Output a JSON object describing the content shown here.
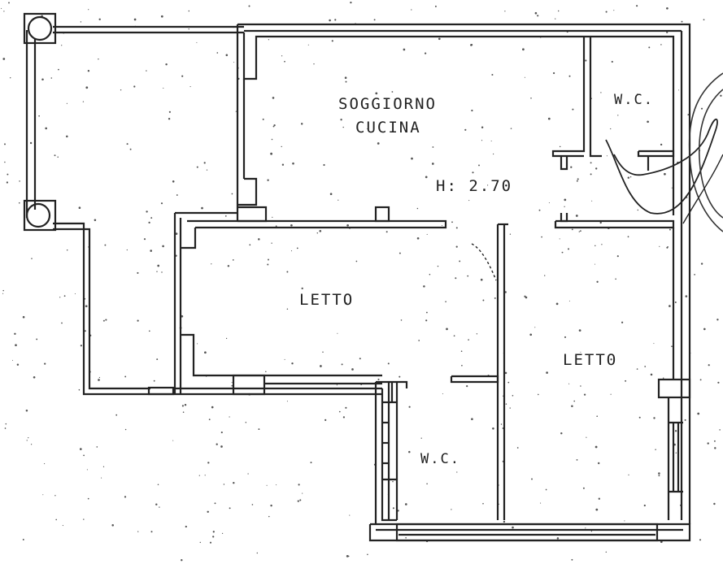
{
  "rooms": {
    "soggiorno": "SOGGIORNO",
    "cucina": "CUCINA",
    "height": "H: 2.70",
    "wc_top": "W.C.",
    "letto_left": "LETTO",
    "letto_right": "LETTO",
    "wc_bottom": "W.C."
  },
  "colors": {
    "ink": "#222222",
    "paper": "#ffffff"
  }
}
